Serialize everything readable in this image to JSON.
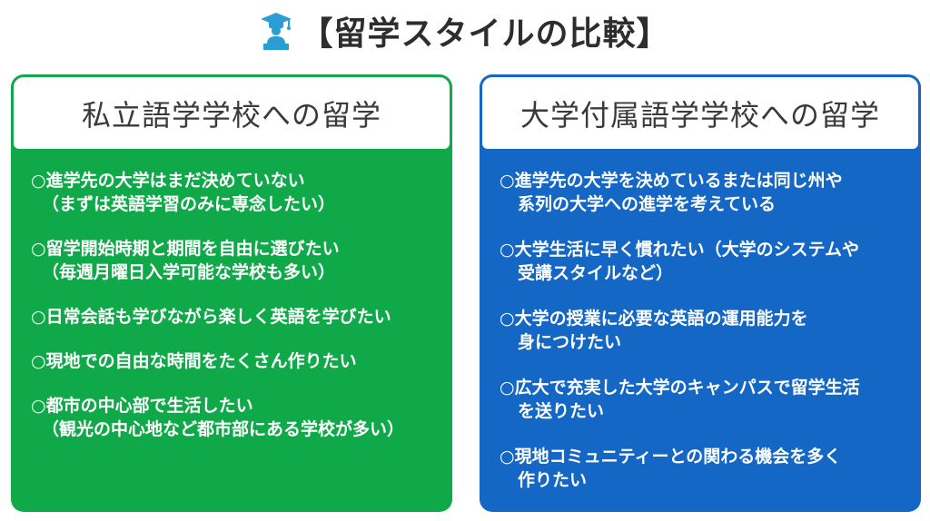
{
  "title": "【留学スタイルの比較】",
  "icons": {
    "title": "graduate-icon"
  },
  "colors": {
    "left_panel": "#10a94a",
    "right_panel": "#1467c4",
    "icon": "#2a9dd4"
  },
  "left": {
    "heading": "私立語学学校への留学",
    "items": [
      {
        "lines": [
          "○進学先の大学はまだ決めていない",
          "（まずは英語学習のみに専念したい）"
        ]
      },
      {
        "lines": [
          "○留学開始時期と期間を自由に選びたい",
          "（毎週月曜日入学可能な学校も多い）"
        ]
      },
      {
        "lines": [
          "○日常会話も学びながら楽しく英語を学びたい"
        ]
      },
      {
        "lines": [
          "○現地での自由な時間をたくさん作りたい"
        ]
      },
      {
        "lines": [
          "○都市の中心部で生活したい",
          "（観光の中心地など都市部にある学校が多い）"
        ]
      }
    ]
  },
  "right": {
    "heading": "大学付属語学学校への留学",
    "items": [
      {
        "lines": [
          "○進学先の大学を決めているまたは同じ州や",
          "系列の大学への進学を考えている"
        ]
      },
      {
        "lines": [
          "○大学生活に早く慣れたい（大学のシステムや",
          "受講スタイルなど）"
        ]
      },
      {
        "lines": [
          "○大学の授業に必要な英語の運用能力を",
          "身につけたい"
        ]
      },
      {
        "lines": [
          "○広大で充実した大学のキャンパスで留学生活",
          "を送りたい"
        ]
      },
      {
        "lines": [
          "○現地コミュニティーとの関わる機会を多く",
          "作りたい"
        ]
      }
    ]
  }
}
